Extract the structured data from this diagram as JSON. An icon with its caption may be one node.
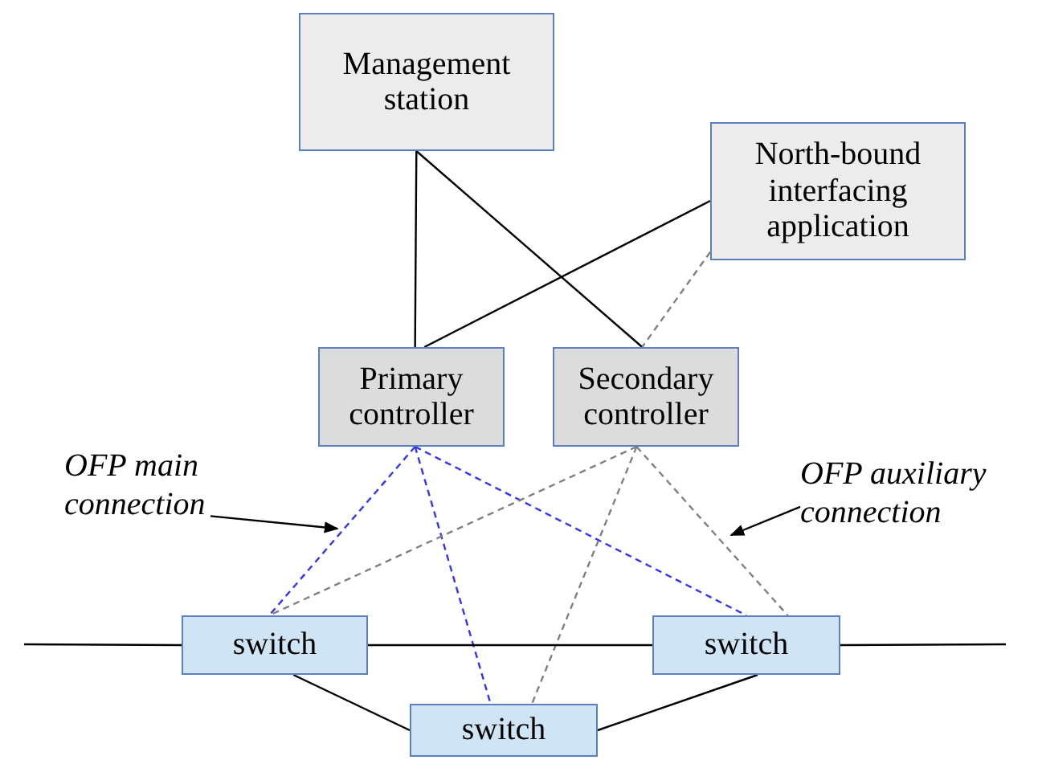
{
  "diagram": {
    "nodes": [
      {
        "text": [
          "Management station"
        ]
      },
      {
        "text": [
          "North-bound interfacing application"
        ]
      },
      {
        "text": [
          "Primary controller"
        ]
      },
      {
        "text": [
          "Secondary controller"
        ]
      },
      {
        "text": [
          "switch"
        ]
      },
      {
        "text": [
          "switch"
        ]
      },
      {
        "text": [
          "switch"
        ]
      },
      {
        "text": [
          "OFP main connection"
        ]
      },
      {
        "text": [
          "OFP auxiliary connection"
        ]
      }
    ],
    "edges": [
      {
        "from": 0,
        "to": 2,
        "arrow": "none"
      },
      {
        "from": 0,
        "to": 3,
        "arrow": "none"
      },
      {
        "from": 1,
        "to": 2,
        "arrow": "none"
      },
      {
        "from": 1,
        "to": 3,
        "arrow": "none",
        "style": "dashed",
        "color": "#808080"
      },
      {
        "from": 2,
        "to": 4,
        "arrow": "none",
        "style": "dashed",
        "color": "#3333ff"
      },
      {
        "from": 2,
        "to": 6,
        "arrow": "none",
        "style": "dashed",
        "color": "#3333ff"
      },
      {
        "from": 2,
        "to": 5,
        "arrow": "none",
        "style": "dashed",
        "color": "#3333ff"
      },
      {
        "from": 3,
        "to": 4,
        "arrow": "none",
        "style": "dashed",
        "color": "#808080"
      },
      {
        "from": 3,
        "to": 6,
        "arrow": "none",
        "style": "dashed",
        "color": "#808080"
      },
      {
        "from": 3,
        "to": 5,
        "arrow": "none",
        "style": "dashed",
        "color": "#808080"
      },
      {
        "from": null,
        "to": 4,
        "arrow": "none"
      },
      {
        "from": 4,
        "to": 5,
        "arrow": "none"
      },
      {
        "from": 5,
        "to": null,
        "arrow": "none"
      },
      {
        "from": 4,
        "to": 6,
        "arrow": "none"
      },
      {
        "from": 5,
        "to": 6,
        "arrow": "none"
      },
      {
        "from": 7,
        "to": null,
        "arrow": "to"
      },
      {
        "from": 8,
        "to": null,
        "arrow": "to"
      }
    ]
  }
}
